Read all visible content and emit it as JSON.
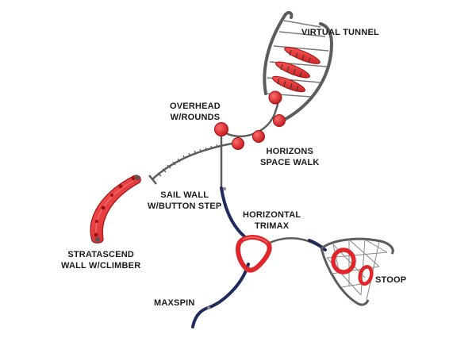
{
  "labels": {
    "virtual_tunnel": "VIRTUAL TUNNEL",
    "overhead_rounds": "OVERHEAD\nW/ROUNDS",
    "horizons_space_walk": "HORIZONS\nSPACE WALK",
    "sail_wall": "SAIL WALL\nW/BUTTON STEP",
    "horizontal_trimax": "HORIZONTAL\nTRIMAX",
    "stratascend": "STRATASCEND\nWALL W/CLIMBER",
    "maxspin": "MAXSPIN",
    "stoop": "STOOP"
  },
  "colors": {
    "red": "#e0262a",
    "dark_red": "#9e1416",
    "steel": "#5a5a5a",
    "navy": "#1e2b5c",
    "label": "#1a1a1a"
  },
  "icons": {
    "virtual_tunnel": "ladder-arch-with-red-rungs",
    "overhead_rounds": "red-round-hand-grip",
    "horizons_space_walk": "red-stepping-discs",
    "sail_wall": "ribbed-cable-arm",
    "stratascend": "curved-red-climbing-wall",
    "horizontal_trimax": "red-rounded-triangle-ring",
    "maxspin": "navy-spinner-cable",
    "stoop": "net-hammock-with-red-rings"
  }
}
